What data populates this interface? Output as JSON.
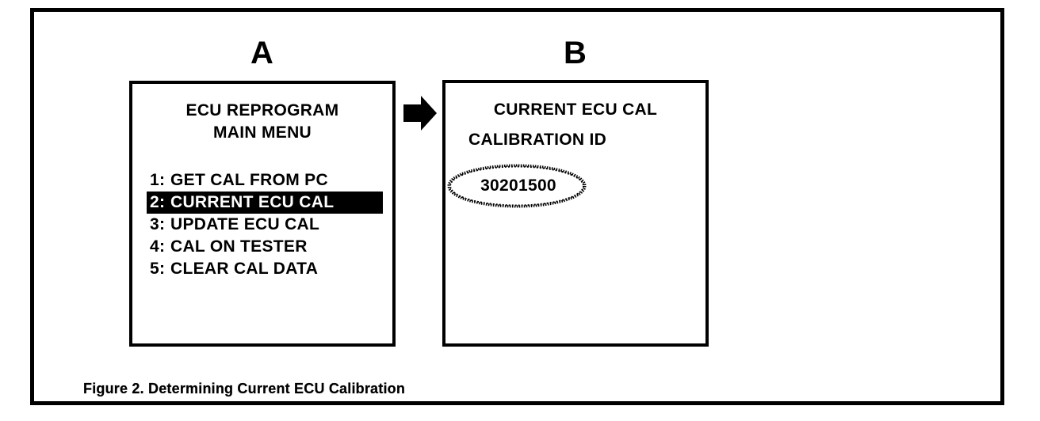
{
  "figure": {
    "caption": "Figure 2. Determining Current ECU Calibration",
    "panel_a_label": "A",
    "panel_b_label": "B",
    "arrow_icon": "right-arrow-icon",
    "ink_color": "#000000",
    "background_color": "#ffffff"
  },
  "panel_a": {
    "title_line1": "ECU REPROGRAM",
    "title_line2": "MAIN MENU",
    "menu_items": [
      {
        "num": "1:",
        "label": "GET CAL FROM PC",
        "selected": false
      },
      {
        "num": "2:",
        "label": "CURRENT ECU CAL",
        "selected": true
      },
      {
        "num": "3:",
        "label": "UPDATE ECU CAL",
        "selected": false
      },
      {
        "num": "4:",
        "label": "CAL ON TESTER",
        "selected": false
      },
      {
        "num": "5:",
        "label": "CLEAR CAL DATA",
        "selected": false
      }
    ]
  },
  "panel_b": {
    "title_line1": "CURRENT ECU CAL",
    "title_line2": "CALIBRATION ID",
    "calibration_id": "30201500",
    "highlight_icon": "hand-drawn-ellipse-icon"
  }
}
